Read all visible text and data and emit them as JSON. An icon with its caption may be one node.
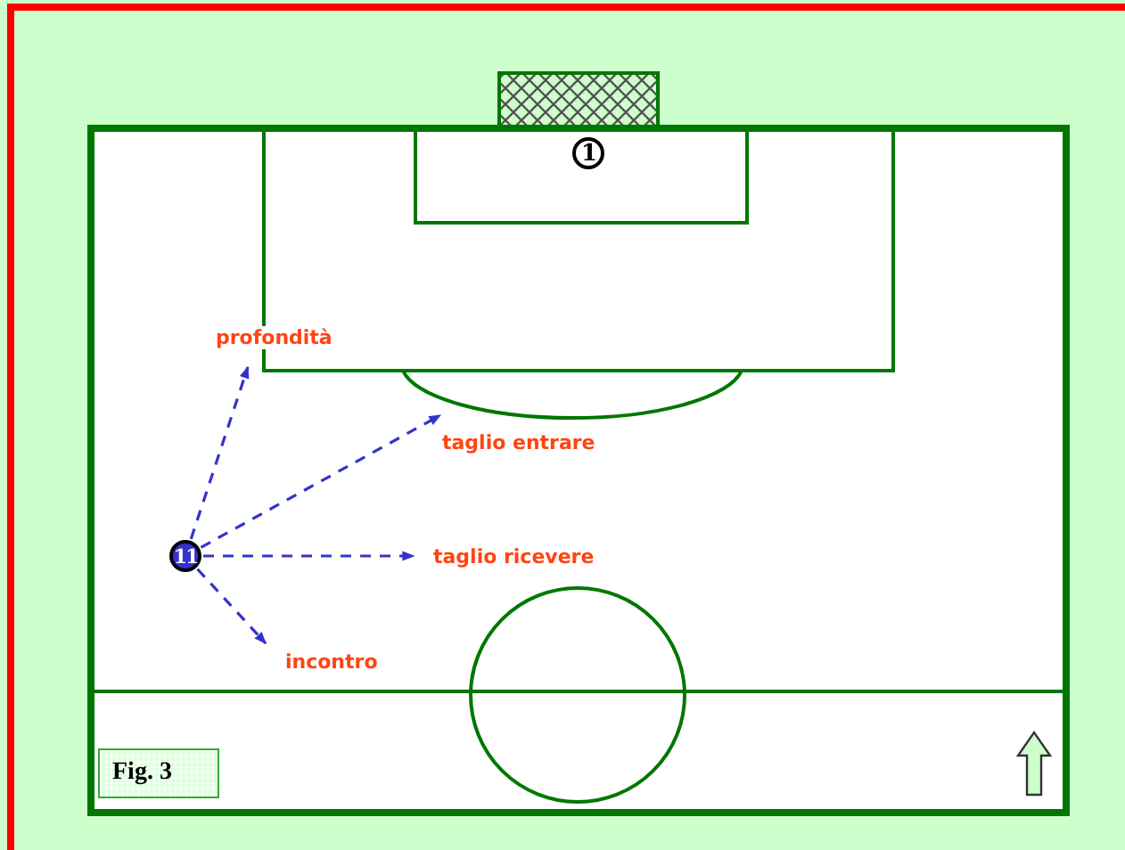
{
  "diagram": {
    "nodes": [
      {
        "text": [
          "1"
        ]
      },
      {
        "text": [
          "11"
        ]
      }
    ],
    "edges": [
      {
        "from": 1,
        "to": null,
        "arrow": "to",
        "label": "profondità",
        "style": "dashed"
      },
      {
        "from": 1,
        "to": null,
        "arrow": "to",
        "label": "taglio entrare",
        "style": "dashed"
      },
      {
        "from": 1,
        "to": null,
        "arrow": "to",
        "label": "taglio ricevere",
        "style": "dashed"
      },
      {
        "from": 1,
        "to": null,
        "arrow": "to",
        "label": "incontro",
        "style": "dashed"
      }
    ],
    "labels": [
      "Fig. 3"
    ]
  }
}
